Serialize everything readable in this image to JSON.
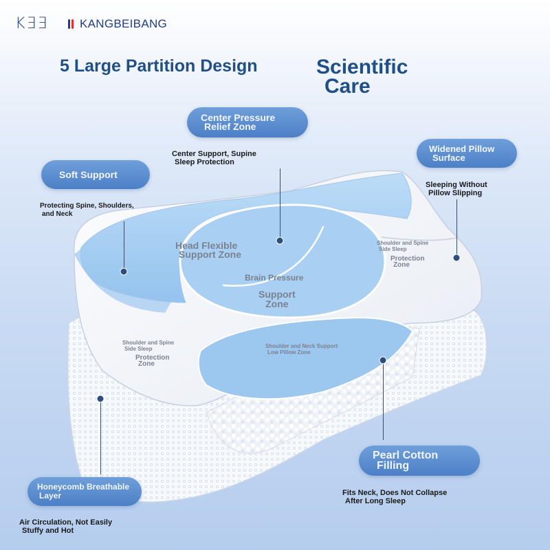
{
  "brand": {
    "logo_text": "KƎƎ",
    "name": "KANGBEIBANG"
  },
  "headline": "5 Large Partition Design",
  "scientific_care": [
    "Scientific",
    "Care"
  ],
  "callouts": {
    "center_pressure": {
      "title": [
        "Center Pressure",
        "Relief Zone"
      ],
      "desc": [
        "Center Support, Supine",
        "Sleep Protection"
      ]
    },
    "widened_pillow": {
      "title": [
        "Widened Pillow",
        "Surface"
      ],
      "desc": [
        "Sleeping Without",
        "Pillow Slipping"
      ]
    },
    "soft_support": {
      "title": [
        "Soft Support"
      ],
      "desc": [
        "Protecting Spine, Shoulders,",
        "and Neck"
      ]
    },
    "honeycomb": {
      "title": [
        "Honeycomb Breathable",
        "Layer"
      ],
      "desc": [
        "Air Circulation, Not Easily",
        "Stuffy and Hot"
      ]
    },
    "pearl_cotton": {
      "title": [
        "Pearl Cotton",
        "Filling"
      ],
      "desc": [
        "Fits Neck, Does Not Collapse",
        "After Long Sleep"
      ]
    }
  },
  "zones": {
    "head_flexible": [
      "Head Flexible",
      "Support Zone"
    ],
    "brain_pressure": [
      "Brain Pressure"
    ],
    "support_zone": [
      "Support",
      "Zone"
    ],
    "right_side_sleep": [
      "Shoulder and Spine",
      "Side Sleep"
    ],
    "right_protection": [
      "Protection",
      "Zone"
    ],
    "left_side_sleep": [
      "Shoulder and Spine",
      "Side Sleep"
    ],
    "left_protection": [
      "Protection",
      "Zone"
    ],
    "neck_support": [
      "Shoulder and Neck Support",
      "Low Pillow Zone"
    ]
  },
  "colors": {
    "accent": "#1f4f86",
    "pill": "#5b8dd2",
    "pillow_blue": "#aad2f5",
    "dot": "#2d4e7e"
  }
}
